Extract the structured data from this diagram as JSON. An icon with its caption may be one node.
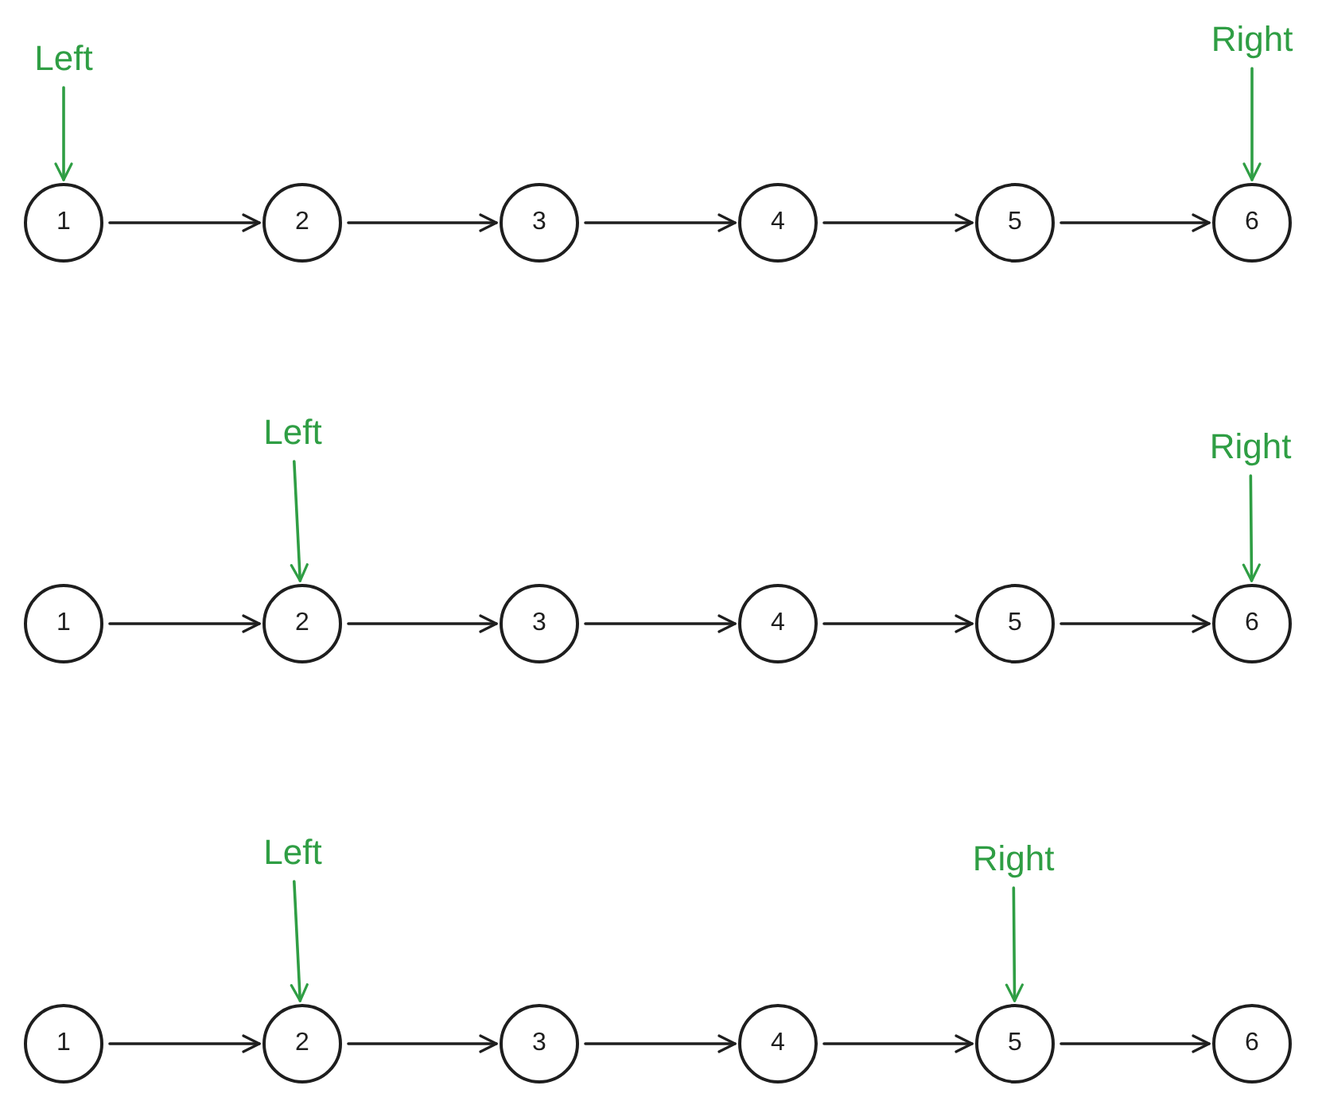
{
  "diagram": {
    "nodes": [
      {
        "text": [
          "Left"
        ]
      },
      {
        "text": [
          "Right"
        ]
      },
      {
        "text": [
          "1"
        ]
      },
      {
        "text": [
          "2"
        ]
      },
      {
        "text": [
          "3"
        ]
      },
      {
        "text": [
          "4"
        ]
      },
      {
        "text": [
          "5"
        ]
      },
      {
        "text": [
          "6"
        ]
      },
      {
        "text": [
          "Left"
        ]
      },
      {
        "text": [
          "Right"
        ]
      },
      {
        "text": [
          "1"
        ]
      },
      {
        "text": [
          "2"
        ]
      },
      {
        "text": [
          "3"
        ]
      },
      {
        "text": [
          "4"
        ]
      },
      {
        "text": [
          "5"
        ]
      },
      {
        "text": [
          "6"
        ]
      },
      {
        "text": [
          "Left"
        ]
      },
      {
        "text": [
          "Right"
        ]
      },
      {
        "text": [
          "1"
        ]
      },
      {
        "text": [
          "2"
        ]
      },
      {
        "text": [
          "3"
        ]
      },
      {
        "text": [
          "4"
        ]
      },
      {
        "text": [
          "5"
        ]
      },
      {
        "text": [
          "6"
        ]
      }
    ],
    "edges": [
      {
        "from": 0,
        "to": 2,
        "arrow": "to",
        "color": "#2f9e44"
      },
      {
        "from": 1,
        "to": 7,
        "arrow": "to",
        "color": "#2f9e44"
      },
      {
        "from": 2,
        "to": 3,
        "arrow": "to"
      },
      {
        "from": 3,
        "to": 4,
        "arrow": "to"
      },
      {
        "from": 4,
        "to": 5,
        "arrow": "to"
      },
      {
        "from": 5,
        "to": 6,
        "arrow": "to"
      },
      {
        "from": 6,
        "to": 7,
        "arrow": "to"
      },
      {
        "from": 8,
        "to": 11,
        "arrow": "to",
        "color": "#2f9e44"
      },
      {
        "from": 9,
        "to": 15,
        "arrow": "to",
        "color": "#2f9e44"
      },
      {
        "from": 10,
        "to": 11,
        "arrow": "to"
      },
      {
        "from": 11,
        "to": 12,
        "arrow": "to"
      },
      {
        "from": 12,
        "to": 13,
        "arrow": "to"
      },
      {
        "from": 13,
        "to": 14,
        "arrow": "to"
      },
      {
        "from": 14,
        "to": 15,
        "arrow": "to"
      },
      {
        "from": 16,
        "to": 19,
        "arrow": "to",
        "color": "#2f9e44"
      },
      {
        "from": 17,
        "to": 22,
        "arrow": "to",
        "color": "#2f9e44"
      },
      {
        "from": 18,
        "to": 19,
        "arrow": "to"
      },
      {
        "from": 19,
        "to": 20,
        "arrow": "to"
      },
      {
        "from": 20,
        "to": 21,
        "arrow": "to"
      },
      {
        "from": 21,
        "to": 22,
        "arrow": "to"
      },
      {
        "from": 22,
        "to": 23,
        "arrow": "to"
      }
    ]
  }
}
